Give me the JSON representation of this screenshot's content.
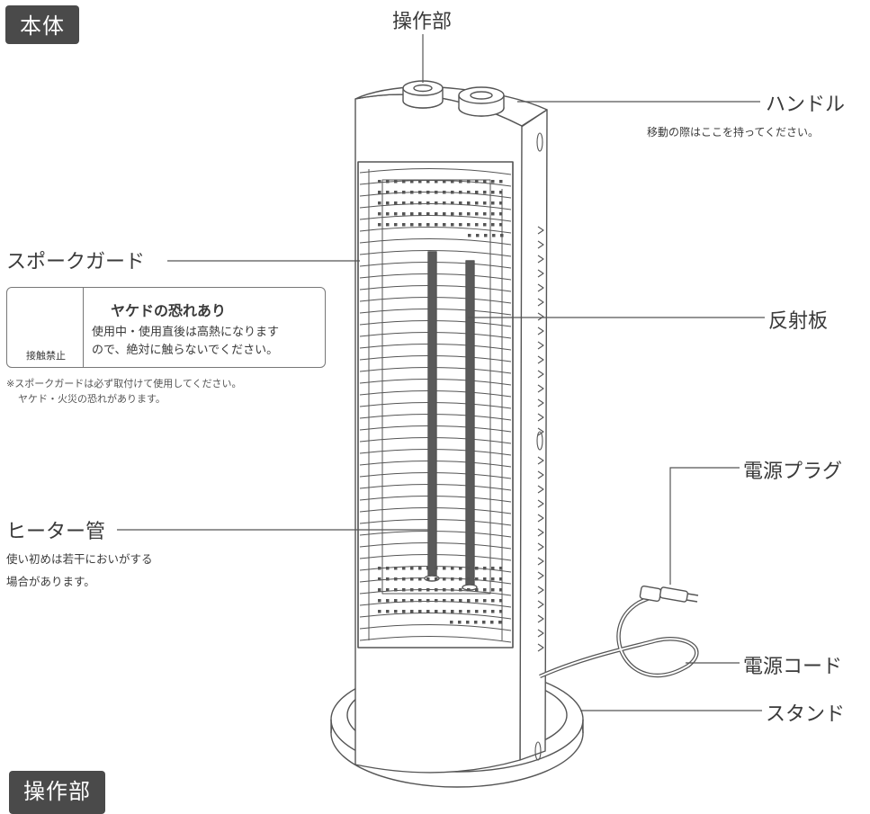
{
  "sections": {
    "main_title": "本体",
    "bottom_title": "操作部"
  },
  "labels": {
    "controls": "操作部",
    "handle": "ハンドル",
    "handle_note": "移動の際はここを持ってください。",
    "spoke_guard": "スポークガード",
    "reflector": "反射板",
    "power_plug": "電源プラグ",
    "heater_tube": "ヒーター管",
    "heater_note_line1": "使い初めは若干においがする",
    "heater_note_line2": "場合があります。",
    "power_cord": "電源コード",
    "stand": "スタンド"
  },
  "warning": {
    "icon_label": "接触禁止",
    "title": "ヤケドの恐れあり",
    "body_line1": "使用中・使用直後は高熱になります",
    "body_line2": "ので、絶対に触らないでください。"
  },
  "footnote": {
    "line1": "※スポークガードは必ず取付けて使用してください。",
    "line2": "ヤケド・火災の恐れがあります。"
  },
  "colors": {
    "tab_bg": "#4a4a4a",
    "line": "#555555",
    "heater_tube": "#5a5a5a"
  }
}
